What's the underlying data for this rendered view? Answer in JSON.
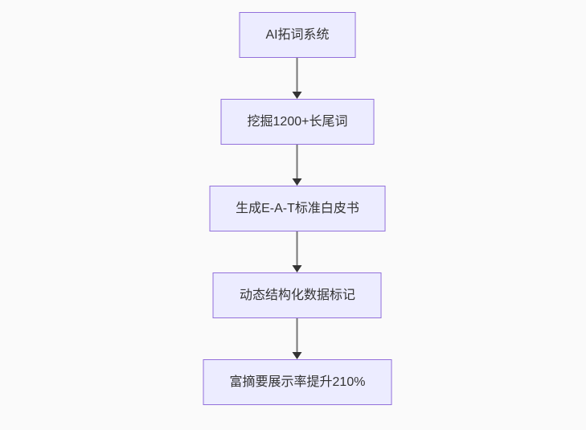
{
  "colors": {
    "background": "#fafafa",
    "node_fill": "#ECECFF",
    "node_border": "#9370DB",
    "text_color": "#333333",
    "edge_line": "#777777",
    "arrowhead": "#333333"
  },
  "diagram": {
    "type": "flowchart",
    "direction": "top-down",
    "nodes": [
      {
        "label": "AI拓词系统"
      },
      {
        "label": "挖掘1200+长尾词"
      },
      {
        "label": "生成E-A-T标准白皮书"
      },
      {
        "label": "动态结构化数据标记"
      },
      {
        "label": "富摘要展示率提升210%"
      }
    ],
    "edges": [
      {
        "from": "AI拓词系统",
        "to": "挖掘1200+长尾词",
        "style": "arrow-down"
      },
      {
        "from": "挖掘1200+长尾词",
        "to": "生成E-A-T标准白皮书",
        "style": "arrow-down"
      },
      {
        "from": "生成E-A-T标准白皮书",
        "to": "动态结构化数据标记",
        "style": "arrow-down"
      },
      {
        "from": "动态结构化数据标记",
        "to": "富摘要展示率提升210%",
        "style": "arrow-down"
      }
    ]
  }
}
